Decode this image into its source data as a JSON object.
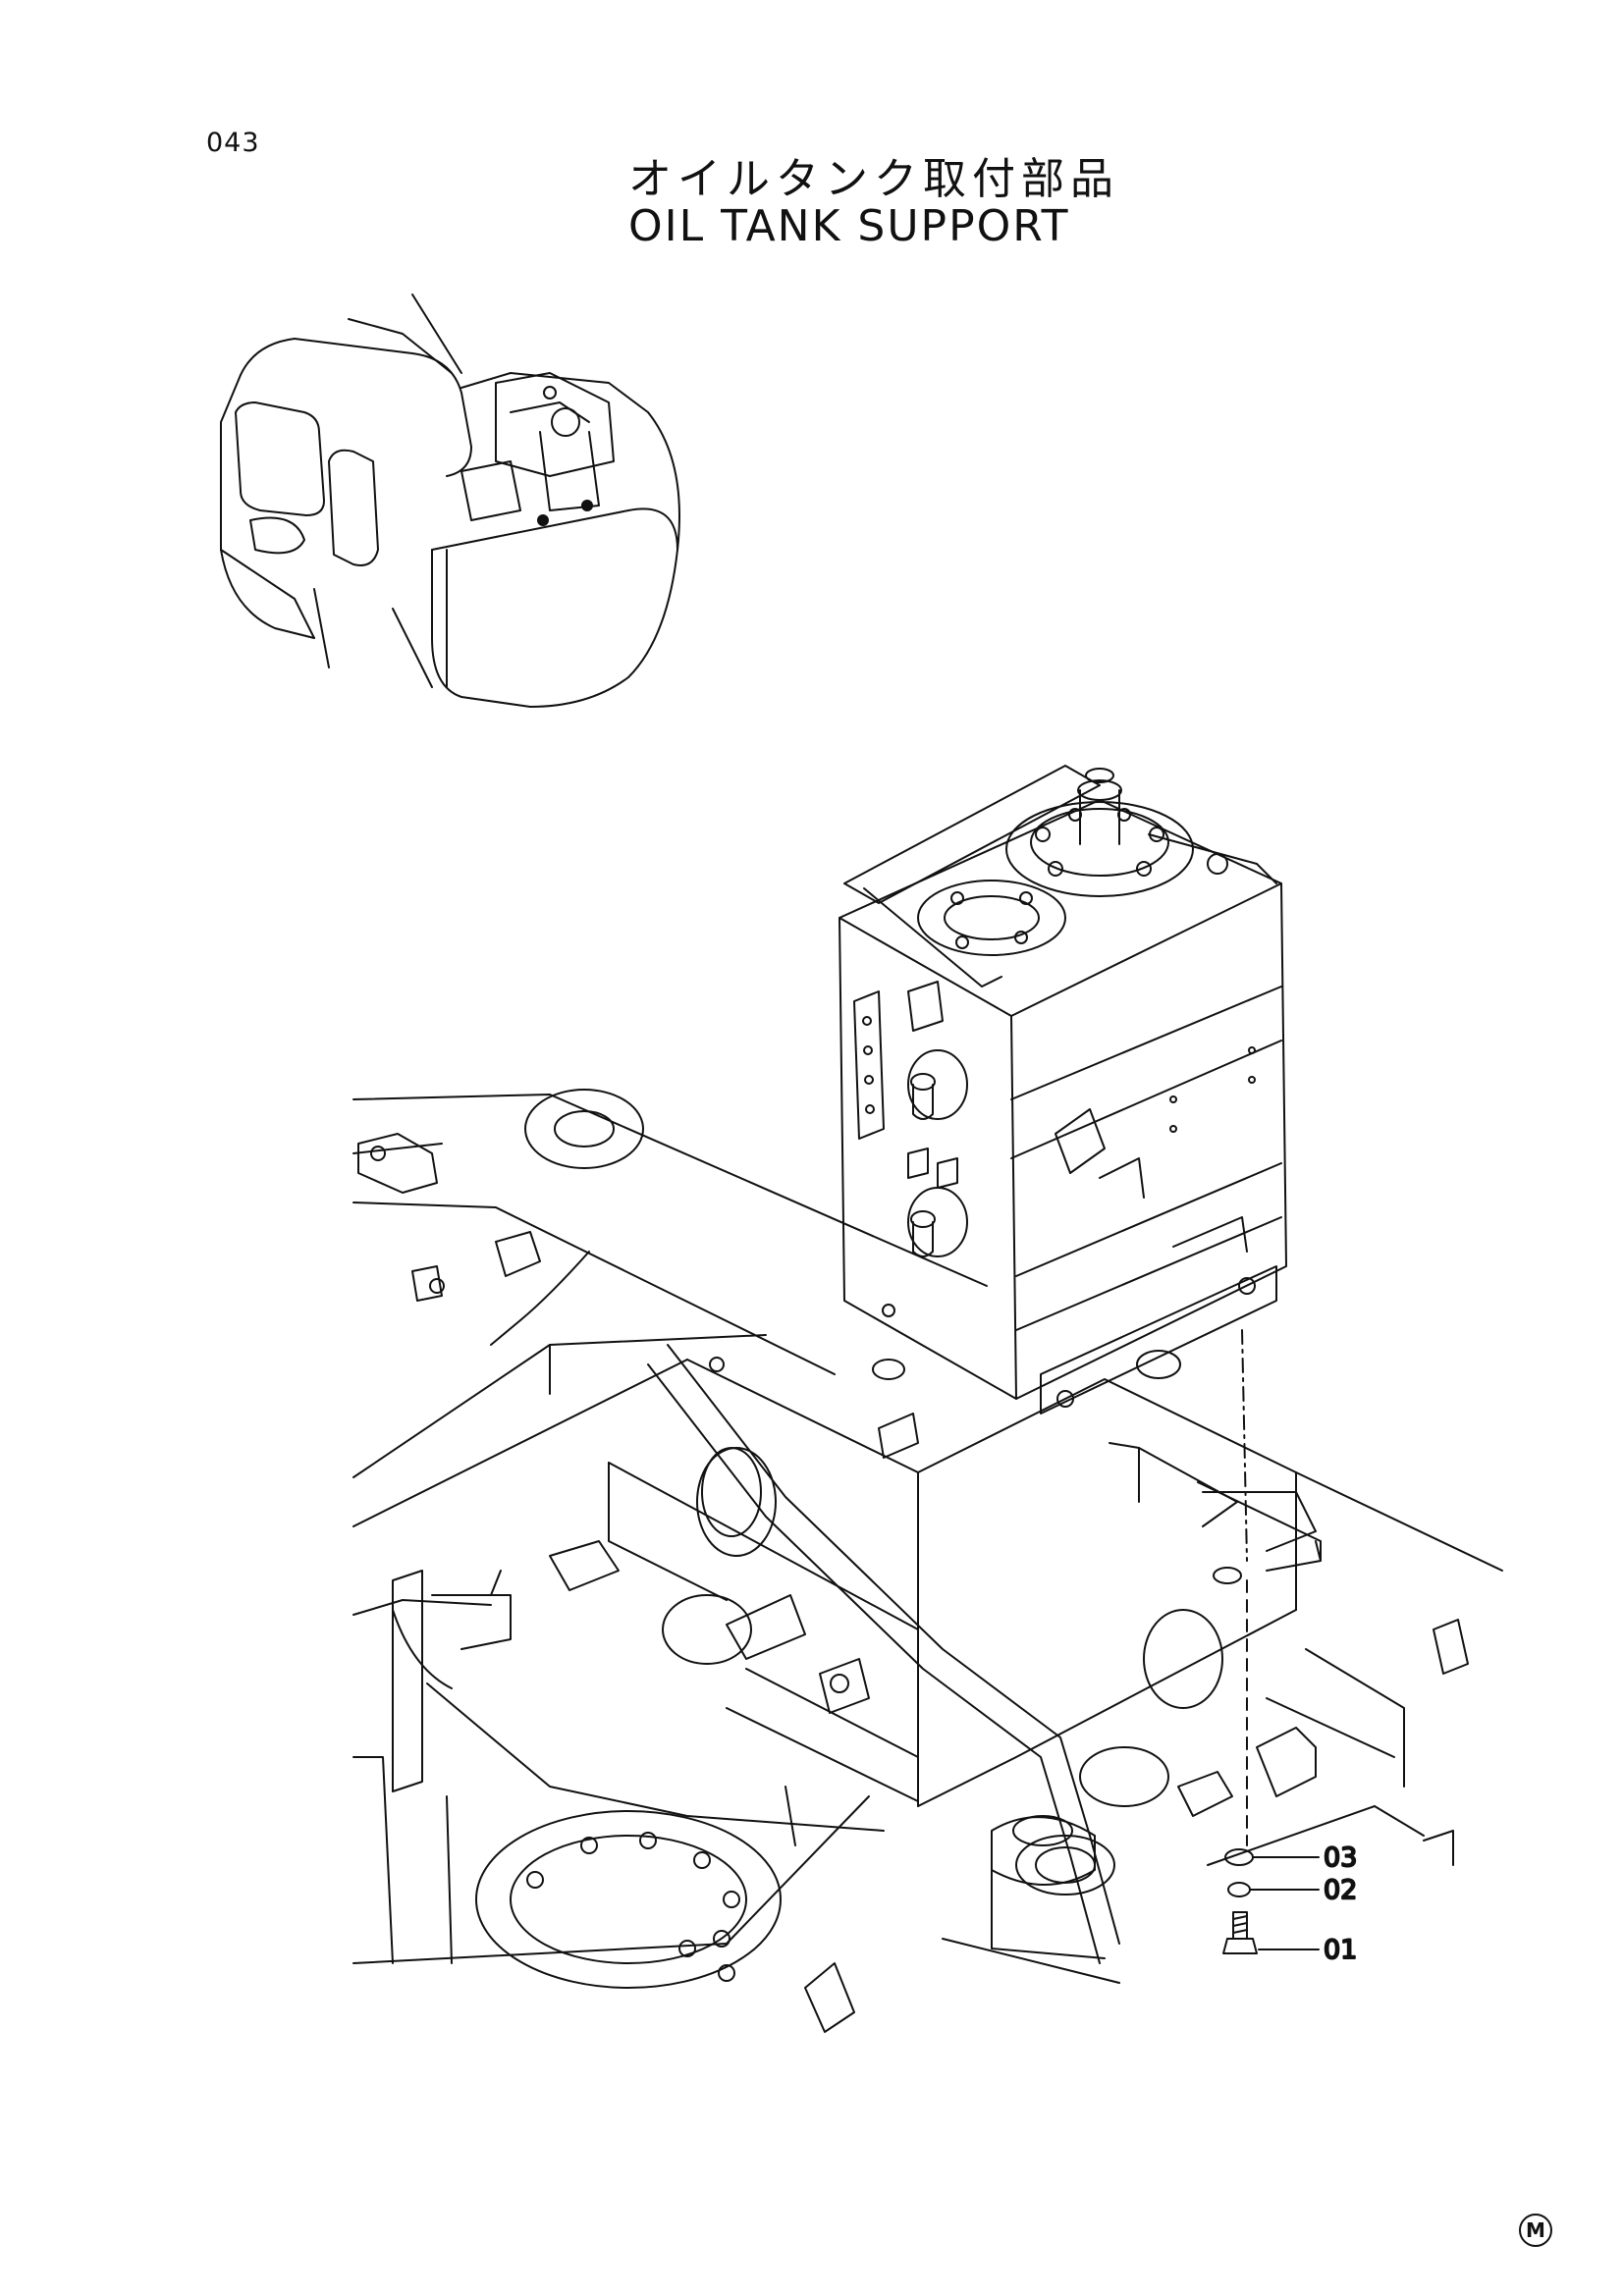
{
  "page_number": "043",
  "title_jp": "オイルタンク取付部品",
  "title_en": "OIL TANK SUPPORT",
  "callouts": [
    {
      "id": "callout-03",
      "label": "03"
    },
    {
      "id": "callout-02",
      "label": "02"
    },
    {
      "id": "callout-01",
      "label": "01"
    }
  ],
  "corner_mark": "M",
  "line_color": "#111111"
}
